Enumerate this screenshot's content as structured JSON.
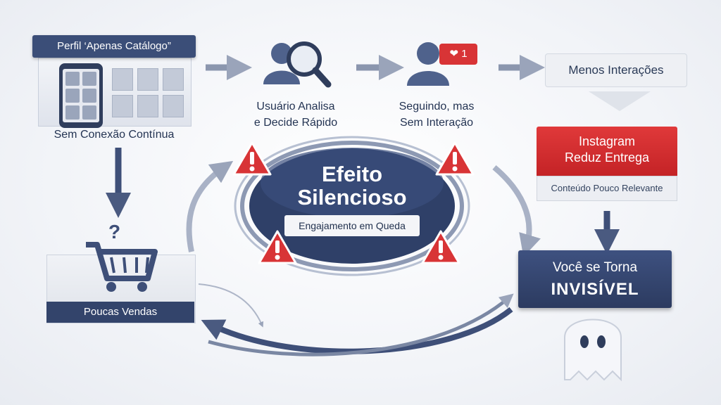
{
  "nodes": {
    "profile": {
      "title": "Perfil ‘Apenas Catálogo”",
      "caption": "Sem Conexão Contínua"
    },
    "analysis": {
      "line1": "Usuário Analisa",
      "line2": "e Decide Rápido"
    },
    "following": {
      "line1": "Seguindo, mas",
      "line2": "Sem Interação",
      "badge_count": "1"
    },
    "fewer": {
      "label": "Menos Interações"
    },
    "instagram": {
      "line1": "Instagram",
      "line2": "Reduz Entrega",
      "sub": "Conteúdo Pouco Relevante"
    },
    "invisible": {
      "line1": "Você se Torna",
      "line2": "INVISÍVEL"
    },
    "sales": {
      "label": "Poucas Vendas",
      "cart_mark": "?"
    }
  },
  "center": {
    "line1": "Efeito",
    "line2": "Silencioso",
    "subtitle": "Engajamento em Queda"
  },
  "colors": {
    "navy": "#33446b",
    "red": "#d42e2f",
    "arrow": "#4a5a80",
    "warning": "#d83436"
  }
}
